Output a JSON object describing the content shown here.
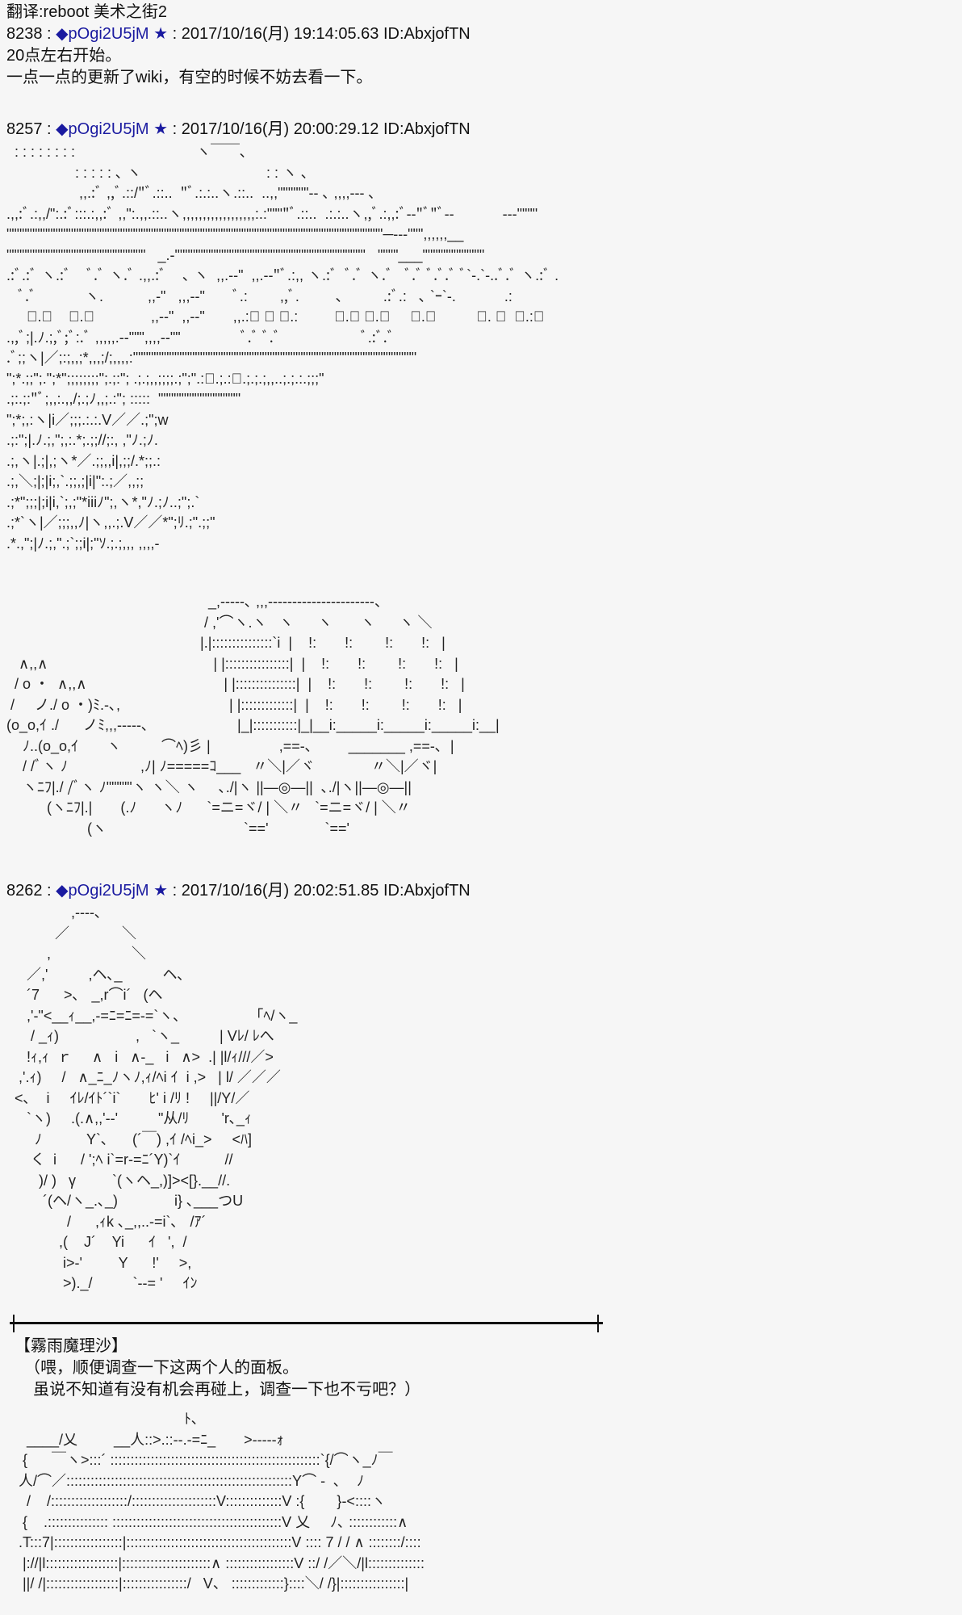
{
  "title": "翻译:reboot 美术之街2",
  "posts": [
    {
      "number": "8238",
      "sep": " : ",
      "trip": "◆pOgi2U5jM",
      "star": "★",
      "date": " : 2017/10/16(月) 19:14:05.63 ID:AbxjofTN",
      "body": [
        "20点左右开始。",
        "一点一点的更新了wiki，有空的时候不妨去看一下。"
      ]
    },
    {
      "number": "8257",
      "sep": " : ",
      "trip": "◆pOgi2U5jM",
      "star": "★",
      "date": " : 2017/10/16(月) 20:00:29.12 ID:AbxjofTN",
      "art_landscape": "  : : : : : : : :                              ヽ￣￣､\n                 : : : : : ､ ヽ                               : : ヽ ､\n                  ,,.:ﾞ ,,ﾞ.::/\"ﾞ.::..  \"ﾞ.:.:..ヽ.::..  ..,,\"\"\"\"\"\"‐‐ ､ ,,,,--‐ ､\n.,,:ﾞ.:,,/\":.:ﾞ:::.:,,:ﾞ ,,\":.,,.::..ヽ,,,,,,,,,,,,,,,,,,:.:\"\"\"\"ﾞ.::..  .:.:..ヽ,,ﾞ.:,,:ﾞ--\"ﾞ\"ﾞ‐‐            ‐‐-\"\"\"\"\n\"\"\"\"\"\"\"\"\"\"\"\"\"\"\"\"\"\"\"\"\"\"\"\"\"\"\"\"\"\"\"\"\"\"\"\"\"\"\"\"\"\"\"\"\"\"\"\"\"\"\"\"\"\"\"\"\"\"\"\"\"\"\"\"\"\"\"\"\"\"\"\"\"─‐-‐\"\"\",,,,,,__\n\"\"\"\"\"\"\"\"\"\"\"\"\"\"\"\"\"\"\"\"\"\"\"\"\"\"\"   _.-\"\"\"\"\"\"\"\"\"\"\"\"\"\"\"\"\"\"\"\"\"\"\"\"\"\"\"\"\"\"\"\"\"\"\"\"\"   \"\"\"\"___\"\"\"\"\"\"\"\"\"\"\"\"\n.:ﾞ.:ﾞ ヽ.:ﾞ    ﾞ.ﾞ ヽ.ﾞ .,,.:ﾞ    ､ ヽ  ,,.-‐\"  ,,.-‐\"ﾞ.:,, ヽ.:ﾞ  ﾞ.ﾞ ヽ.ﾞ   ﾞ.ﾞ ﾞ.ﾞ.ﾞ ﾞ`‐.`‐..ﾞ.ﾞ ヽ.:ﾞ .\n   ﾞ.ﾞ            ヽ.           ,,-\"   ,,,-‐\"       ﾞ.:        ,,ﾞ.         ､          .:ﾞ.:   ､ `ｰ`‐.            .:\n     ﾞ.ﾞ    ﾞ.ﾞ              ,,-‐\"  ,,-‐\"       ,,.:ﾞ ､ ﾞ.:         ﾞ.ﾞ ﾞ.ﾞ     ﾞ.ﾞ          ﾞ. 、  ､.:ﾞ\n.,,ﾞ;|.ﾉ.;,ﾞ;ﾞ:.ﾞ ,,,,,.-‐\"\"\",,,,-‐\"\"               ﾞ.ﾞ ﾞ.ﾞ                    ﾞ.:ﾞ.ﾞ\n.ﾞ;;ヽ|／;:;,,;*,,,;/;,,,,:\"\"\"\"\"\"\"\"\"\"\"\"\"\"\"\"\"\"\"\"\"\"\"\"\"\"\"\"\"\"\"\"\"\"\"\"\"\"\"\"\"\"\"\"\"\"\"\"\"\"\"\"\"\"\"\n\";*.;;\";.\";*\";;;;;;;;\";.;:\"; .;.;,,;;;;.;\";\".:ﾞ.;.:ﾞ.;.;.;,,..;.;.:.;;;\"\n.;:.;:\"ﾞ;,,:.,,/;.;ﾉ,,;.:\"; :::::  \"\"\"\"\"\"\"\"\"\"\"\"\"\"\"\"\n\";*;,:ヽ|i／;;;.:.:.V／／.;\";w\n.;:\";|.ﾉ.;,\";,:.*;.;;//;:, ,\"ﾉ.;ﾉ.\n.;,ヽ|.;|,;ヽ*／.;;,,i|,;;/.*;;.:\n.;,＼;|;|i;,`.;;,;|i|\":.;／,,;;\n.;*\";;;|;i|i,`;,;\"*iiiﾉ\";,ヽ*,\"ﾉ.;ﾉ..;\";.`\n.;*`ヽ|／;;;,,ﾉ|ヽ,,.;.V／／*\";ﾘ.;\".;;\"\n.*.,\";|ﾉ.;,\".;`;;i|;\"ｿ.;.;,,, ,,,,‐",
      "art_wagon": "                                                  _,-‐‐‐-､ ,,,-‐‐‐‐‐‐‐‐‐‐‐‐‐‐‐‐‐-‐‐-、\n                                                 / ,'⌒ヽ.ヽ   ヽ      ヽ       ヽ      ヽ ＼\n                                                |.|:::::::::::::::`i  |    !:       !:        !:       !:   |\n   ∧,,∧                                         | |::::::::::::::::|  |    !:       !:        !:       !:   |\n  / o ・  ∧,,∧                                  | |:::::::::::::::|  |    !:       !:        !:       !:   |\n /     ノ./ o ・)ﾐ.‐､,                           | |:::::::::::::|  |    !:       !:        !:       !:   |\n(o_o,ｲ ./      ノﾐ,,,-‐‐‐‐､                      |_|:::::::::::|_|__i:_____i:_____i:_____i:__|\n    ﾉ..(o_o,ｲ       ヽ          ⌒ﾍ)彡 |                 ,==-､         _______ ,==-､  |\n    / /ﾞヽ ﾉ                  ,ﾉ| ﾉ=====ｺ___   〃＼|／ヾ              〃＼|／ヾ|\n    ヽﾆﾌ|./ /ﾞヽ ﾉ\"\"\"\"\"ヽ ヽ＼ ヽ     ､./|ヽ ||―◎―||  ､./|ヽ||―◎―||\n          (ヽﾆﾌ|.|       (.ﾉ      ヽﾉ      `=ニ=ヾ/ | ＼〃   `=ニ=ヾ/ | ＼〃\n                    (ヽ                                  `=='              `=='",
      "body": []
    },
    {
      "number": "8262",
      "sep": " : ",
      "trip": "◆pOgi2U5jM",
      "star": "★",
      "date": " : 2017/10/16(月) 20:02:51.85 ID:AbxjofTN",
      "art_character": "                ,-‐‐-､\n            ／             ＼\n          ,                    ＼\n     ／,'          ,ヘ､_          ヘ､\n     ´7      >､   _,r⌒i´   (ヘ\n     ,'‐\"<__ｨ__,-=ﾆ=ﾆ=-=`ヽ､                 「ﾍ/ヽ_\n      / _ｨ)                   ,   `ヽ_          | Vﾚ/ ﾚへ\n     !ｨ,ｨ  ｒ     ∧   i   ∧-_   i   ∧>  .| |l/ｨ///／>\n   ,'.ｨ)     /   ∧_ﾆ_ﾉヽﾉ,ｨ/ﾍi ｲ  i ,>   | l/ ／／／\n  <､    i     ｲﾚ/ｲﾄ´`i`       ﾋ' i /ﾘ !     ||/Y/／\n     `ヽ)     .(.∧,,'‐‐'          \"从/ﾘ        'r､_ｨ\n       ﾉ           Y`､      (´￣) ,ｲ /ﾍi_>     <ﾊ]\n      く  i      / ';ﾍ i`=r‐=ﾆ´Y)`ｲ           //\n        )/ )   γ         `(ヽヘ_,)]><[}.__//.\n         ´(ヘ/ヽ_.､_)              i} ､___つU\n               /      ,ｨk ､_,,..‐=i`､   /ｱ´\n             ,(    J´    Yi      ｲ   ',  /\n              i>‐'         Y      !'     >,\n              >)._/          `‐‐= '     ｲﾝ",
      "divider_speaker": "【霧雨魔理沙】",
      "body": [
        "（喂，顺便调查一下这两个人的面板。",
        "  虽说不知道有没有机会再碰上，调查一下也不亏吧？）"
      ],
      "art_bottom": "                                            ﾄ､\n     ____/乂         __人::>.::‐‐.‐=ﾆ_       >‐‐‐‐‐ｫ\n    {      ￣ヽ>:::´ ::::::::::::::::::::::::::::::::::::::::::::::::::::`{/⌒ヽ_ﾉ￣\n   人/⌒／::::::::::::::::::::::::::::::::::::::::::::::::::::::::Y⌒ ‐  ､    ﾉ\n     /    /:::::::::::::::::::/:::::::::::::::::::::V::::::::::::::V :{        }‐<::::ヽ\n    {    .::::::::::::::: ::::::::::::::::::::::::::::::::::::::::::V 乂     ﾉ､ ::::::::::::∧\n   .T:::7|:::::::::::::::::|:::::::::::::::::::::::::::::::::::::::::V :::: 7 / / ∧ ::::::::/::::\n    |://|l::::::::::::::::::|::::::::::::::::::::::∧ :::::::::::::::::V ::/ /／＼/|l::::::::::::::\n    ||/ /|::::::::::::::::::|::::::::::::::::/   V、 :::::::::::::}::::＼/ /}|::::::::::::::::|"
    }
  ]
}
